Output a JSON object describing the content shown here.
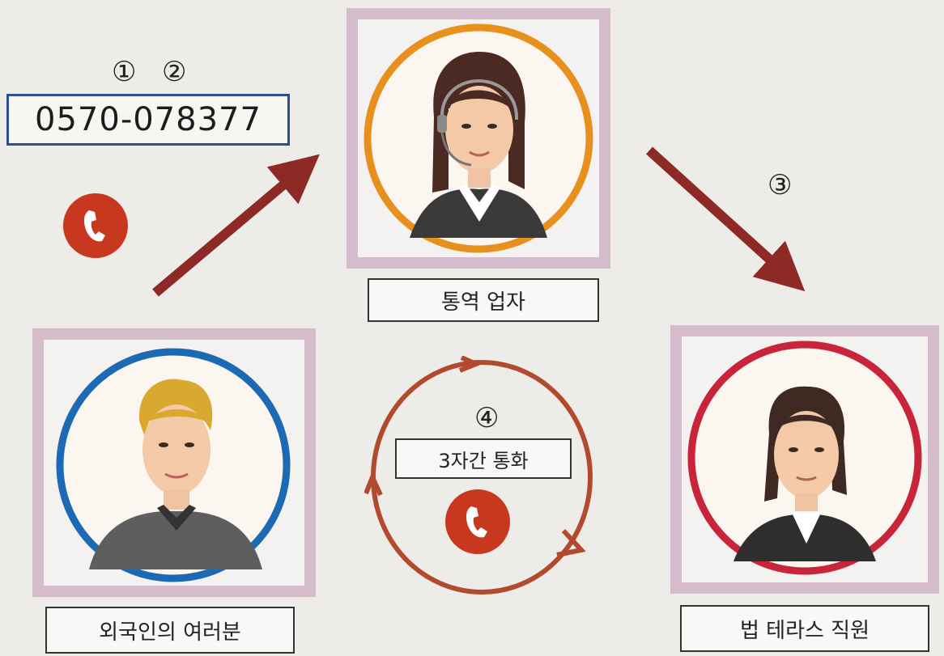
{
  "steps": {
    "one": "①",
    "two": "②",
    "three": "③",
    "four": "④"
  },
  "phone_number": "0570-078377",
  "nodes": {
    "interpreter": {
      "label": "통역 업자",
      "ring_color": "#e8901e"
    },
    "foreigner": {
      "label": "외국인의 여러분",
      "ring_color": "#1b6ab3"
    },
    "staff": {
      "label": "법 테라스 직원",
      "ring_color": "#c8243a"
    }
  },
  "center": {
    "label": "3자간 통화"
  },
  "icons": [
    "phone-icon",
    "headset-icon",
    "arrow-icon",
    "cycle-arrow-icon"
  ],
  "colors": {
    "arrow": "#8e2a26",
    "cycle": "#b24a2e",
    "phone_icon": "#c8381e",
    "frame": "#d5bccb"
  }
}
